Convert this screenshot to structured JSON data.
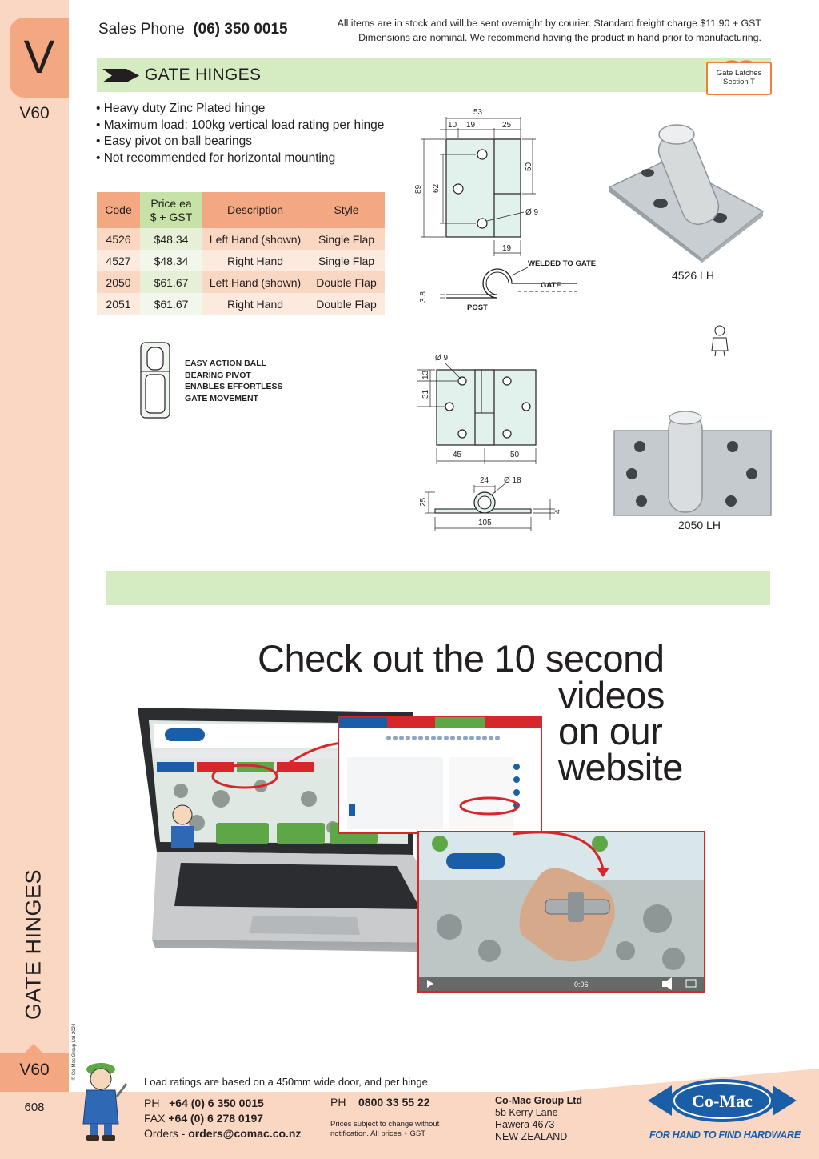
{
  "side": {
    "letter": "V",
    "code": "V60",
    "vertical_title": "GATE HINGES",
    "copyright": "© Co-Mac Group Ltd 2024",
    "page_number": "608"
  },
  "header": {
    "sales_label": "Sales Phone",
    "sales_number": "(06) 350 0015",
    "notice_line1": "All items are in stock and will be sent overnight by courier. Standard freight charge $11.90 + GST",
    "notice_line2": "Dimensions are nominal. We recommend having the product in hand prior to manufacturing."
  },
  "section": {
    "title": "GATE HINGES",
    "crossref_line1": "Gate Latches",
    "crossref_line2": "Section T"
  },
  "features": [
    "• Heavy duty Zinc Plated hinge",
    "• Maximum load: 100kg vertical load rating per hinge",
    "• Easy pivot on ball bearings",
    "• Not recommended for horizontal mounting"
  ],
  "table": {
    "headers": {
      "code": "Code",
      "price_line1": "Price ea",
      "price_line2": "$ + GST",
      "description": "Description",
      "style": "Style"
    },
    "rows": [
      {
        "code": "4526",
        "price": "$48.34",
        "description": "Left Hand (shown)",
        "style": "Single Flap"
      },
      {
        "code": "4527",
        "price": "$48.34",
        "description": "Right Hand",
        "style": "Single Flap"
      },
      {
        "code": "2050",
        "price": "$61.67",
        "description": "Left Hand (shown)",
        "style": "Double Flap"
      },
      {
        "code": "2051",
        "price": "$61.67",
        "description": "Right Hand",
        "style": "Double Flap"
      }
    ]
  },
  "pivot_note": [
    "EASY ACTION BALL",
    "BEARING PIVOT",
    "ENABLES EFFORTLESS",
    "GATE MOVEMENT"
  ],
  "drawing1": {
    "dims": [
      "53",
      "10",
      "19",
      "25",
      "89",
      "62",
      "50",
      "Ø 9",
      "19",
      "3.8"
    ],
    "labels": [
      "WELDED TO GATE",
      "GATE",
      "POST"
    ]
  },
  "drawing2": {
    "dims": [
      "Ø 9",
      "13",
      "31",
      "45",
      "50",
      "24",
      "Ø 18",
      "25",
      "4",
      "105"
    ]
  },
  "captions": {
    "product1": "4526  LH",
    "product2": "2050 LH"
  },
  "promo": {
    "line1": "Check out the 10 second",
    "line2": "videos",
    "line3": "on our",
    "line4": "website",
    "video_time": "0:06"
  },
  "footer": {
    "load_note": "Load ratings are based on a 450mm wide door, and per hinge.",
    "ph_label": "PH",
    "ph_number": "+64 (0) 6 350 0015",
    "fax_label": "FAX",
    "fax_number": "+64 (0) 6 278 0197",
    "orders_label": "Orders -",
    "orders_email": "orders@comac.co.nz",
    "ph2_label": "PH",
    "ph2_number": "0800 33 55 22",
    "prices_note_line1": "Prices subject to change without",
    "prices_note_line2": "notification. All prices + GST",
    "company": "Co-Mac Group Ltd",
    "addr1": "5b Kerry Lane",
    "addr2": "Hawera 4673",
    "addr3": "NEW ZEALAND",
    "logo_text": "Co-Mac",
    "tagline": "FOR HAND TO FIND HARDWARE"
  },
  "colors": {
    "orange": "#f4a882",
    "peach": "#fad7c3",
    "green": "#d5ebc1",
    "brand_blue": "#1b5ea8",
    "accent_red": "#d6282a"
  }
}
